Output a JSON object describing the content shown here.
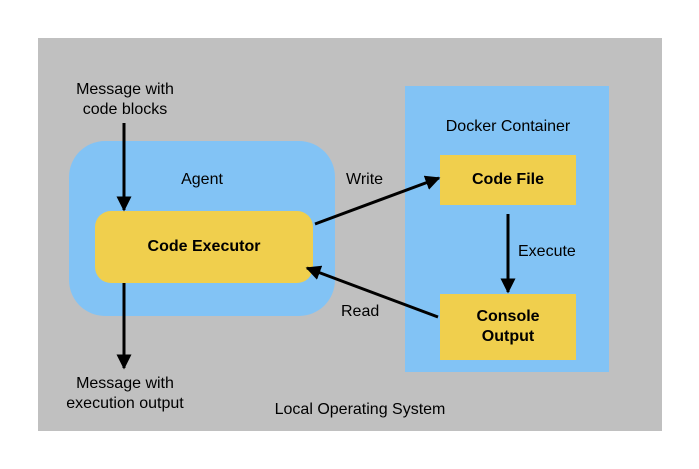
{
  "frame": {
    "label": "Local Operating System"
  },
  "agent": {
    "label": "Agent",
    "executor_label": "Code Executor"
  },
  "docker": {
    "label": "Docker Container",
    "code_file_label": "Code File",
    "console_output_label": "Console\nOutput"
  },
  "edges": {
    "input_label": "Message with\ncode blocks",
    "output_label": "Message with\nexecution output",
    "write_label": "Write",
    "read_label": "Read",
    "execute_label": "Execute"
  }
}
